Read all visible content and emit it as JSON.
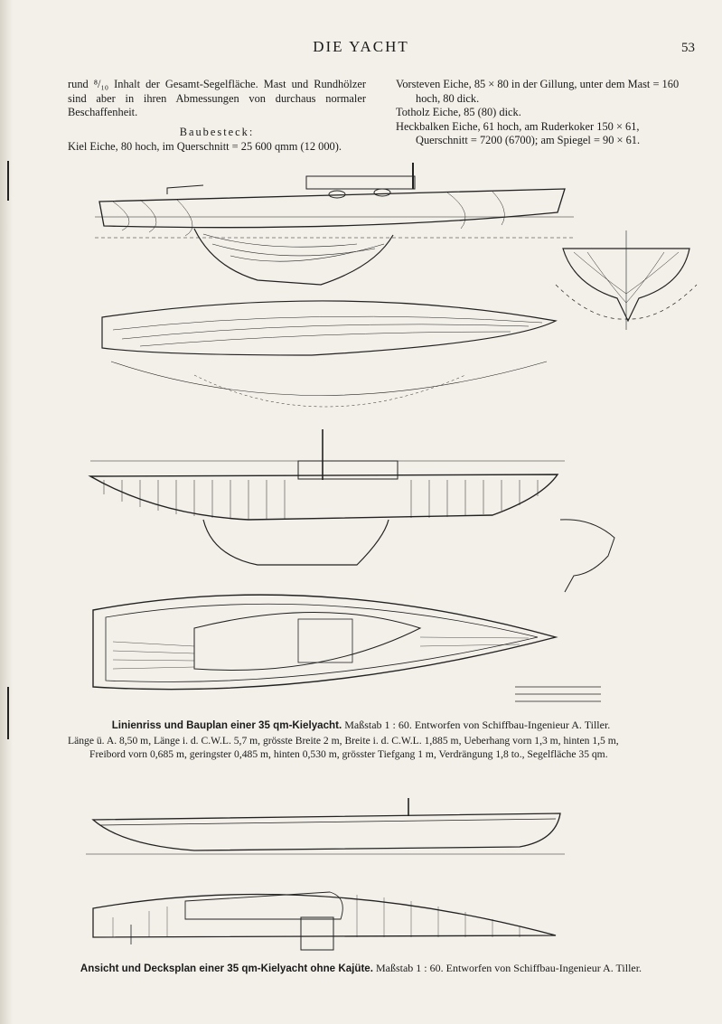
{
  "header": {
    "title": "DIE YACHT",
    "page_number": "53"
  },
  "left_column": {
    "para1": "rund ⁸/₁₀ Inhalt der Gesamt-Segelfläche. Mast und Rundhölzer sind aber in ihren Abmessungen von durchaus normaler Beschaffenheit.",
    "heading": "Baubesteck:",
    "para2": "Kiel Eiche, 80 hoch, im Querschnitt = 25 600 qmm (12 000)."
  },
  "right_column": {
    "line1": "Vorsteven Eiche, 85 × 80 in der Gillung, unter dem Mast = 160 hoch, 80 dick.",
    "line2": "Totholz Eiche, 85 (80) dick.",
    "line3": "Heckbalken Eiche, 61 hoch, am Ruderkoker 150 × 61, Querschnitt = 7200 (6700); am Spiegel = 90 × 61."
  },
  "figure1": {
    "caption_title": "Linienriss und Bauplan einer 35 qm-Kielyacht.",
    "caption_rest": "Maßstab 1 : 60. Entworfen von Schiffbau-Ingenieur A. Tiller.",
    "detail_line1": "Länge ü. A. 8,50 m, Länge i. d. C.W.L. 5,7 m, grösste Breite 2 m, Breite i. d. C.W.L. 1,885 m, Ueberhang vorn 1,3 m, hinten 1,5 m,",
    "detail_line2": "Freibord vorn 0,685 m, geringster 0,485 m, hinten 0,530 m, grösster Tiefgang 1 m, Verdrängung 1,8 to., Segelfläche 35 qm."
  },
  "figure2": {
    "caption_title": "Ansicht und Decksplan einer 35 qm-Kielyacht ohne Kajüte.",
    "caption_rest": "Maßstab 1 : 60. Entworfen von Schiffbau-Ingenieur A. Tiller."
  }
}
